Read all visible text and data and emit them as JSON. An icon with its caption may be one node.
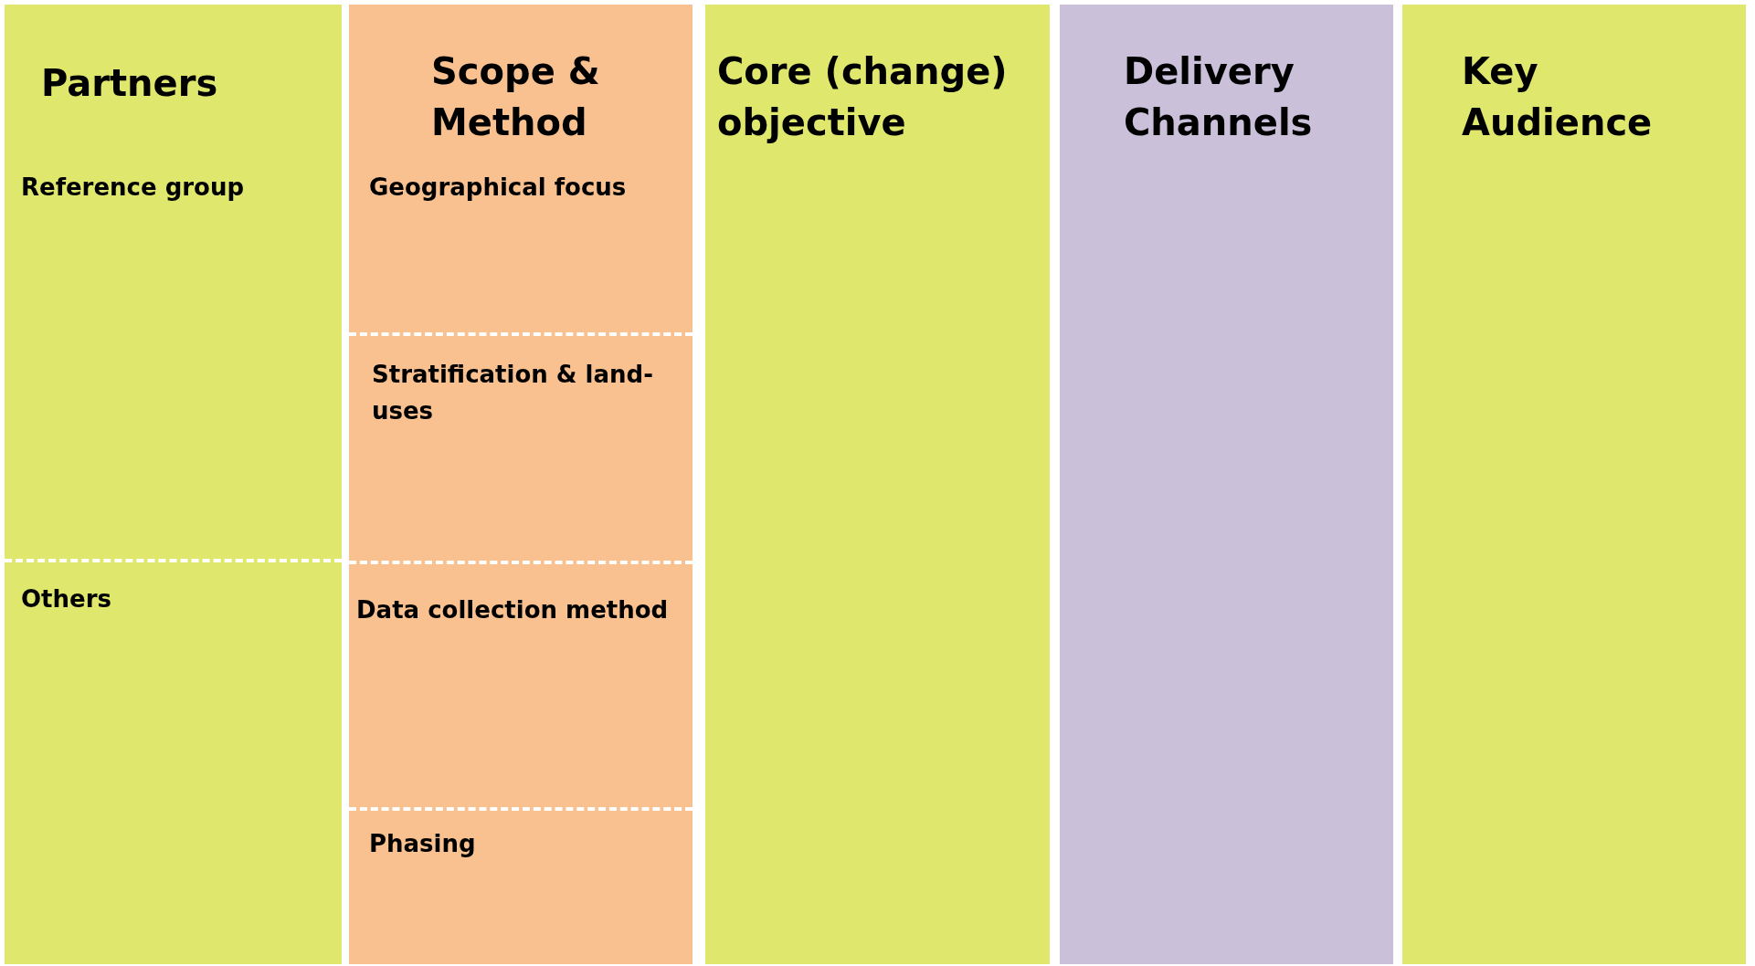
{
  "diagram": {
    "nodes": [
      {
        "text": [
          "Partners"
        ]
      },
      {
        "text": [
          "Reference group"
        ],
        "in": 0
      },
      {
        "text": [
          "Others"
        ],
        "in": 0
      },
      {
        "text": [
          "Scope & Method"
        ]
      },
      {
        "text": [
          "Geographical focus"
        ],
        "in": 3
      },
      {
        "text": [
          "Stratification & land-uses"
        ],
        "in": 3
      },
      {
        "text": [
          "Data collection method"
        ],
        "in": 3
      },
      {
        "text": [
          "Phasing"
        ],
        "in": 3
      },
      {
        "text": [
          "Core (change) objective"
        ]
      },
      {
        "text": [
          "Delivery Channels"
        ]
      },
      {
        "text": [
          "Key Audience"
        ]
      }
    ]
  }
}
